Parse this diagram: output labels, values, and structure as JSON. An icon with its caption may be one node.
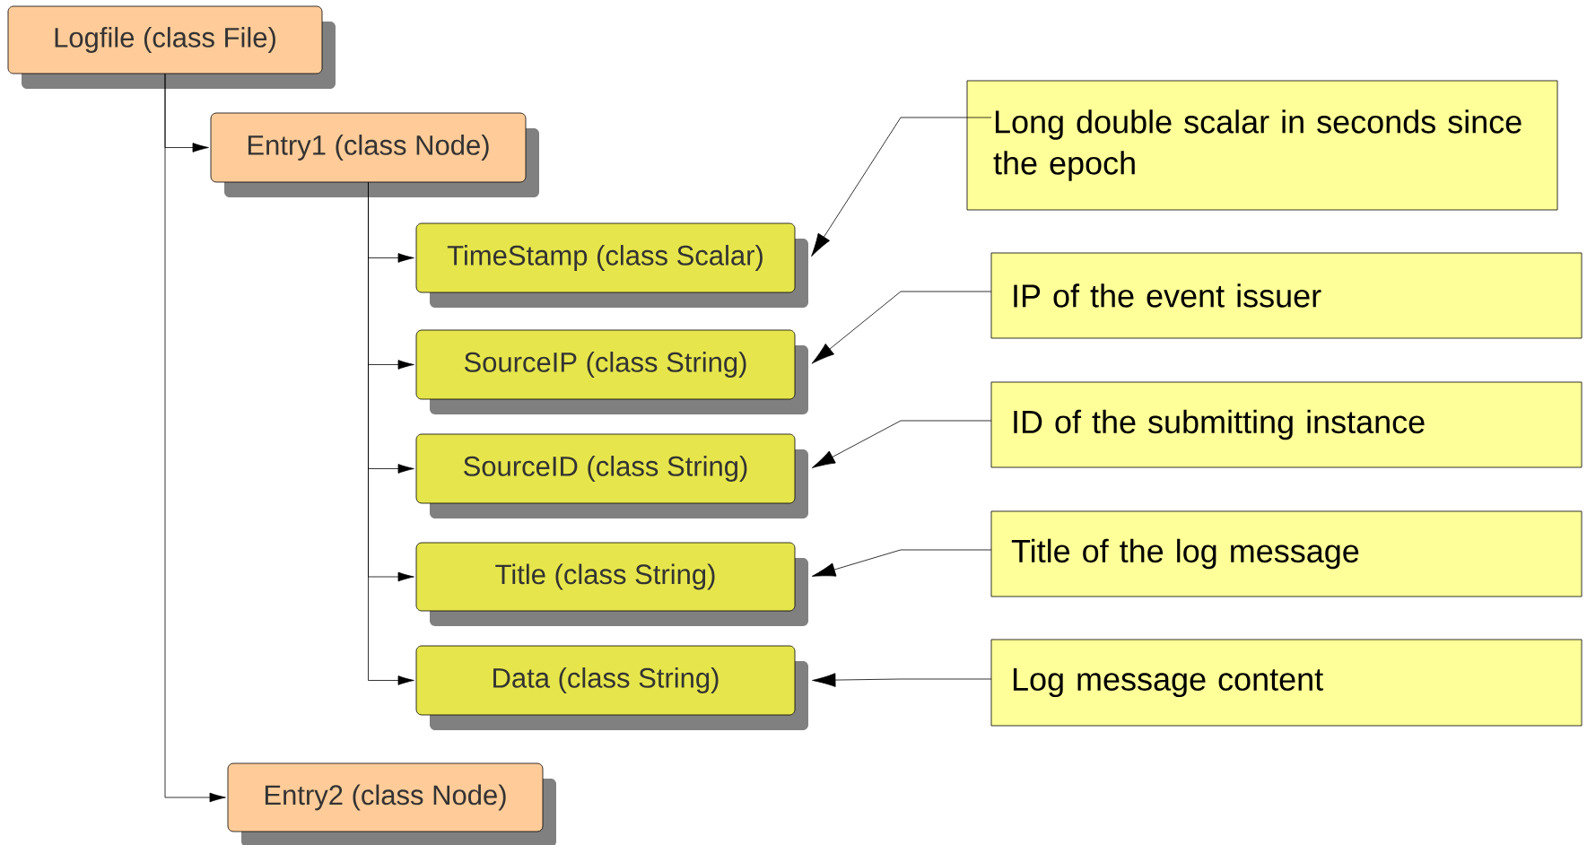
{
  "diagram": {
    "nodes": [
      {
        "text": [
          "Logfile (class File)"
        ]
      },
      {
        "text": [
          "Entry1 (class Node)"
        ]
      },
      {
        "text": [
          "TimeStamp (class Scalar)"
        ]
      },
      {
        "text": [
          "SourceIP (class String)"
        ]
      },
      {
        "text": [
          "SourceID (class String)"
        ]
      },
      {
        "text": [
          "Title (class String)"
        ]
      },
      {
        "text": [
          "Data (class String)"
        ]
      },
      {
        "text": [
          "Entry2 (class Node)"
        ]
      },
      {
        "text": [
          "Long double scalar in seconds since the epoch"
        ]
      },
      {
        "text": [
          "IP of the event issuer"
        ]
      },
      {
        "text": [
          "ID of the submitting instance"
        ]
      },
      {
        "text": [
          "Title of the log message"
        ]
      },
      {
        "text": [
          "Log message content"
        ]
      }
    ],
    "edges": [
      {
        "from": 0,
        "to": 1,
        "arrow": "to"
      },
      {
        "from": 0,
        "to": 7,
        "arrow": "to"
      },
      {
        "from": 1,
        "to": 2,
        "arrow": "to"
      },
      {
        "from": 1,
        "to": 3,
        "arrow": "to"
      },
      {
        "from": 1,
        "to": 4,
        "arrow": "to"
      },
      {
        "from": 1,
        "to": 5,
        "arrow": "to"
      },
      {
        "from": 1,
        "to": 6,
        "arrow": "to"
      },
      {
        "from": 8,
        "to": 2,
        "arrow": "to"
      },
      {
        "from": 9,
        "to": 3,
        "arrow": "to"
      },
      {
        "from": 10,
        "to": 4,
        "arrow": "to"
      },
      {
        "from": 11,
        "to": 5,
        "arrow": "to"
      },
      {
        "from": 12,
        "to": 6,
        "arrow": "to"
      }
    ]
  }
}
